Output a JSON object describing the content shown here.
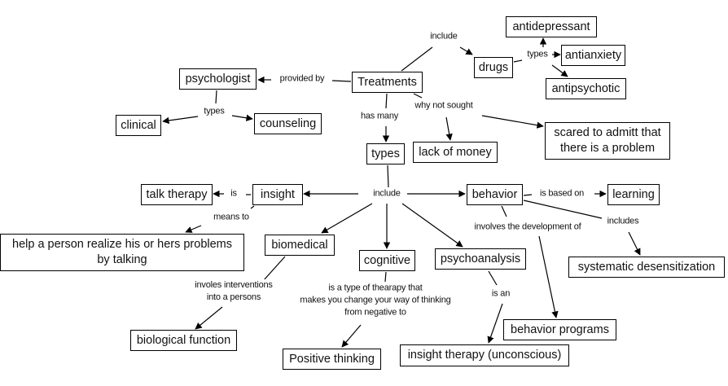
{
  "nodes": {
    "treatments": "Treatments",
    "psychologist": "psychologist",
    "clinical": "clinical",
    "counseling": "counseling",
    "drugs": "drugs",
    "antidepressant": "antidepressant",
    "antianxiety": "antianxiety",
    "antipsychotic": "antipsychotic",
    "types": "types",
    "lack_of_money": "lack of money",
    "scared": "scared to admitt that\nthere is a problem",
    "talk_therapy": "talk therapy",
    "insight": "insight",
    "behavior": "behavior",
    "learning": "learning",
    "help_person": "help a person realize his or hers problems\nby talking",
    "biomedical": "biomedical",
    "cognitive": "cognitive",
    "psychoanalysis": "psychoanalysis",
    "systematic_desensitization": "systematic desensitization",
    "biological_function": "biological function",
    "positive_thinking": "Positive thinking",
    "insight_therapy": "insight therapy (unconscious)",
    "behavior_programs": "behavior programs"
  },
  "links": {
    "include_drugs": "include",
    "provided_by": "provided by",
    "types_psych": "types",
    "types_drugs": "types",
    "has_many": "has many",
    "why_not_sought": "why not sought",
    "include_types": "include",
    "is": "is",
    "is_based_on": "is based on",
    "means_to": "means to",
    "involves_development": "involves the development of",
    "includes": "includes",
    "involes_interventions": "involes interventions\ninto a persons",
    "type_of_therapy": "is a type of thearapy that\nmakes you change your way of thinking\nfrom negative to",
    "is_an": "is an"
  }
}
